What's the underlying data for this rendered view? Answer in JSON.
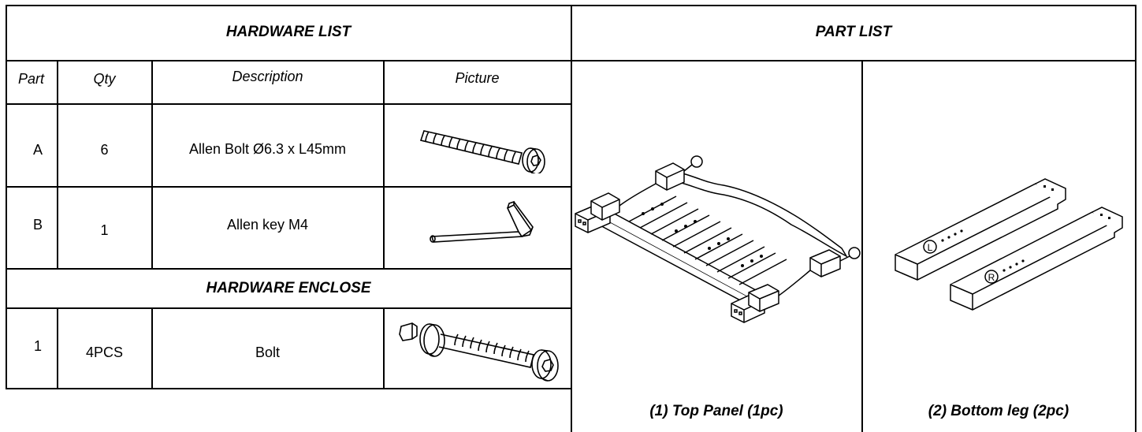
{
  "hardware_list": {
    "title": "HARDWARE LIST",
    "columns": [
      "Part",
      "Qty",
      "Description",
      "Picture"
    ],
    "rows": [
      {
        "part": "A",
        "qty": "6",
        "description": "Allen Bolt Ø6.3 x L45mm",
        "picture": "allen-bolt-icon"
      },
      {
        "part": "B",
        "qty": "1",
        "description": "Allen key M4",
        "picture": "allen-key-icon"
      }
    ]
  },
  "hardware_enclose": {
    "title": "HARDWARE ENCLOSE",
    "rows": [
      {
        "part": "1",
        "qty": "4PCS",
        "description": "Bolt",
        "picture": "bolt-with-nut-icon"
      }
    ]
  },
  "part_list": {
    "title": "PART LIST",
    "parts": [
      {
        "caption": "(1) Top Panel (1pc)",
        "picture": "top-panel-illustration"
      },
      {
        "caption": "(2) Bottom leg (2pc)",
        "picture": "bottom-leg-illustration"
      }
    ],
    "leg_marks": [
      "L",
      "R"
    ]
  }
}
